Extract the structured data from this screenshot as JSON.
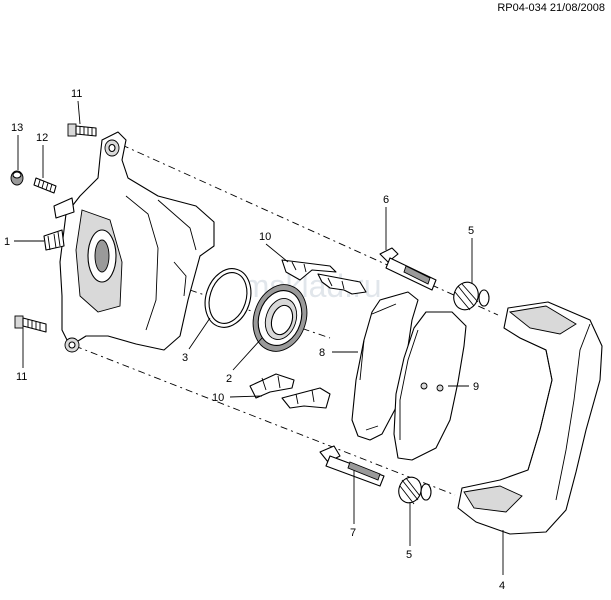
{
  "header": {
    "reference": "RP04-034 21/08/2008"
  },
  "watermark": "gmsklad.ru",
  "callouts": {
    "c1": "1",
    "c2": "2",
    "c3": "3",
    "c4": "4",
    "c5a": "5",
    "c5b": "5",
    "c6": "6",
    "c7": "7",
    "c8": "8",
    "c9": "9",
    "c10a": "10",
    "c10b": "10",
    "c11a": "11",
    "c11b": "11",
    "c12": "12",
    "c13": "13"
  }
}
